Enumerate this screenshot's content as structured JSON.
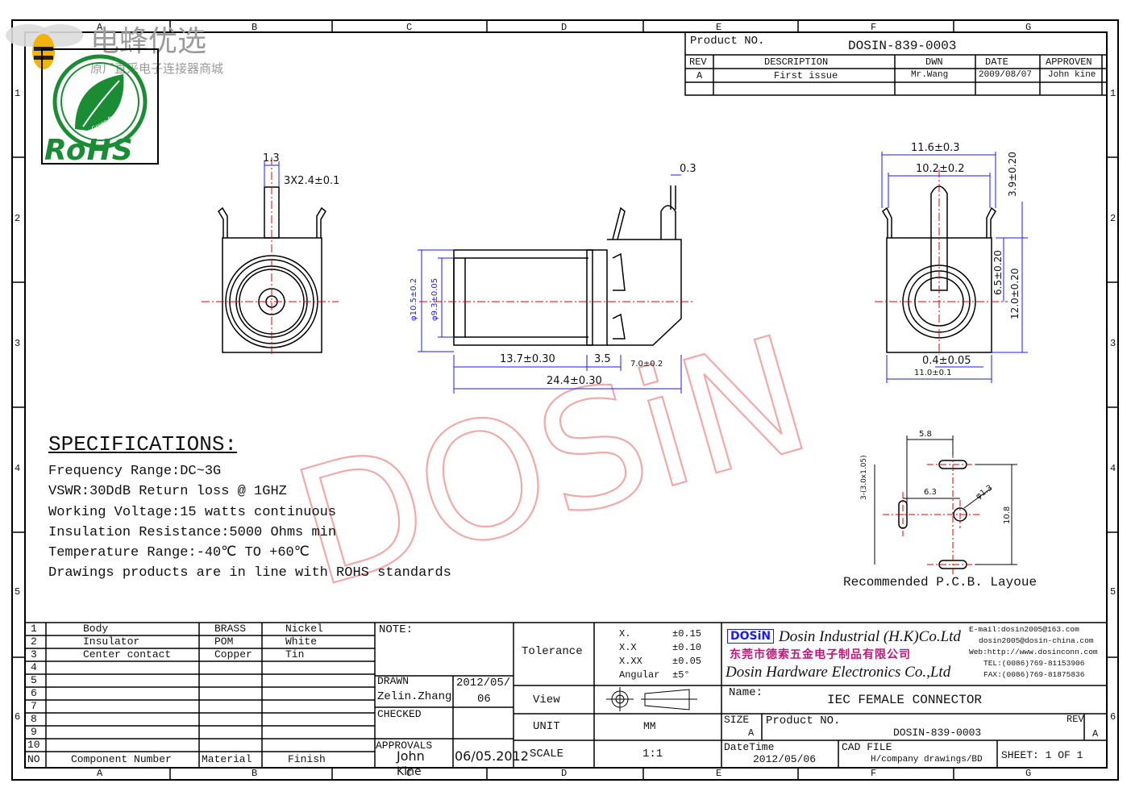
{
  "watermark": {
    "cn_brand": "电蜂优选",
    "cn_sub": "原厂直采电子连接器商城",
    "dosin": "DOSiN"
  },
  "rohs": {
    "label": "RoHS",
    "ring": "Green Product"
  },
  "grid": {
    "cols": [
      "A",
      "B",
      "C",
      "D",
      "E",
      "F",
      "G"
    ],
    "rows": [
      "1",
      "2",
      "3",
      "4",
      "5",
      "6"
    ]
  },
  "header": {
    "product_no_label": "Product NO.",
    "product_no": "DOSIN-839-0003",
    "cols": [
      "REV",
      "DESCRIPTION",
      "DWN",
      "DATE",
      "APPROVEN"
    ],
    "row": [
      "A",
      "First issue",
      "Mr.Wang",
      "2009/08/07",
      "John kine"
    ]
  },
  "dims": {
    "front": [
      "1.3",
      "3X2.4±0.1"
    ],
    "side": [
      "0.3",
      "φ10.5±0.2",
      "φ9.3±0.05",
      "13.7±0.30",
      "3.5",
      "7.0±0.2",
      "24.4±0.30"
    ],
    "right": [
      "11.6±0.3",
      "10.2±0.2",
      "3.9±0.20",
      "6.5±0.20",
      "12.0±0.20",
      "0.4±0.05",
      "11.0±0.1"
    ],
    "pcb": [
      "5.8",
      "3-(3.0x1.05)",
      "6.3",
      "φ1.3",
      "10.8"
    ],
    "pcb_label": "Recommended P.C.B. Layoue"
  },
  "specs": {
    "title": "SPECIFICATIONS:",
    "lines": [
      "Frequency Range:DC~3G",
      "VSWR:30DdB Return loss @ 1GHZ",
      "Working Voltage:15 watts continuous",
      "Insulation Resistance:5000 Ohms min",
      "Temperature Range:-40℃ TO +60℃",
      "Drawings products are in line with ROHS standards"
    ]
  },
  "bom": {
    "rows": [
      [
        "1",
        "Body",
        "BRASS",
        "Nickel"
      ],
      [
        "2",
        "Insulator",
        "POM",
        "White"
      ],
      [
        "3",
        "Center contact",
        "Copper",
        "Tin"
      ],
      [
        "4",
        "",
        "",
        ""
      ],
      [
        "5",
        "",
        "",
        ""
      ],
      [
        "6",
        "",
        "",
        ""
      ],
      [
        "7",
        "",
        "",
        ""
      ],
      [
        "8",
        "",
        "",
        ""
      ],
      [
        "9",
        "",
        "",
        ""
      ],
      [
        "10",
        "",
        "",
        ""
      ]
    ],
    "header": [
      "NO",
      "Component Number",
      "Material",
      "Finish"
    ]
  },
  "title_block": {
    "note": "NOTE:",
    "drawn": "DRAWN",
    "drawn_by": "Zelin.Zhang",
    "drawn_date_a": "2012/05/",
    "drawn_date_b": "06",
    "checked": "CHECKED",
    "approvals": "APPROVALS",
    "approver": "John",
    "approver2": "Kine",
    "approval_date": "06/05.2012",
    "tolerance": "Tolerance",
    "tol_rows": [
      [
        "X.",
        "±0.15"
      ],
      [
        "X.X",
        "±0.10"
      ],
      [
        "X.XX",
        "±0.05"
      ],
      [
        "Angular",
        "±5°"
      ]
    ],
    "view": "View",
    "unit": "UNIT",
    "unit_val": "MM",
    "scale": "SCALE",
    "scale_val": "1:1",
    "company_logo": "DOSiN",
    "company_en": "Dosin Industrial (H.K)Co.Ltd",
    "company_cn": "东莞市德索五金电子制品有限公司",
    "company_en2": "Dosin Hardware Electronics Co.,Ltd",
    "contact": [
      "E-mail:dosin2005@163.com",
      "dosin2005@dosin-china.com",
      "Web:http://www.dosinconn.com",
      "TEL:(0086)769-81153906",
      "FAX:(0086)769-81875836"
    ],
    "name_label": "Name:",
    "name_val": "IEC FEMALE CONNECTOR",
    "size_label": "SIZE",
    "size_val": "A",
    "pn_label": "Product NO.",
    "pn_val": "DOSIN-839-0003",
    "rev_label": "REV",
    "rev_val": "A",
    "datetime_label": "DateTime",
    "datetime_val": "2012/05/06",
    "cad_label": "CAD FILE",
    "cad_val": "H/company drawings/BD",
    "sheet": "SHEET:  1 OF 1"
  },
  "colors": {
    "dim": "#1a1aff",
    "center": "#e00000",
    "watermark": "#f2b8b8"
  }
}
